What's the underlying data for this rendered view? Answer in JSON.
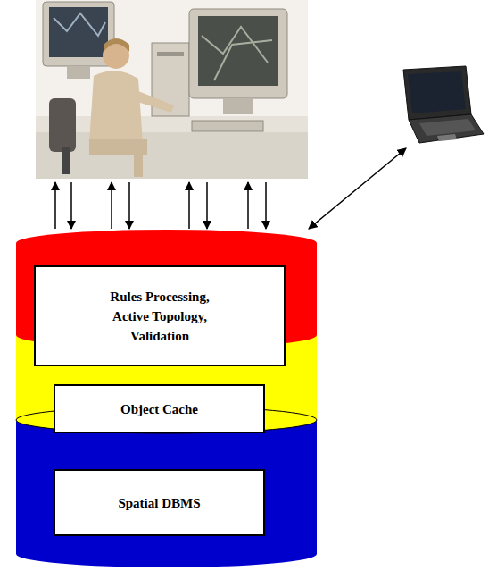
{
  "diagram": {
    "nodes": [
      {
        "text": [
          "Rules Processing, Active Topology, Validation"
        ]
      },
      {
        "text": [
          "Object Cache"
        ]
      },
      {
        "text": [
          "Spatial DBMS"
        ]
      }
    ]
  }
}
